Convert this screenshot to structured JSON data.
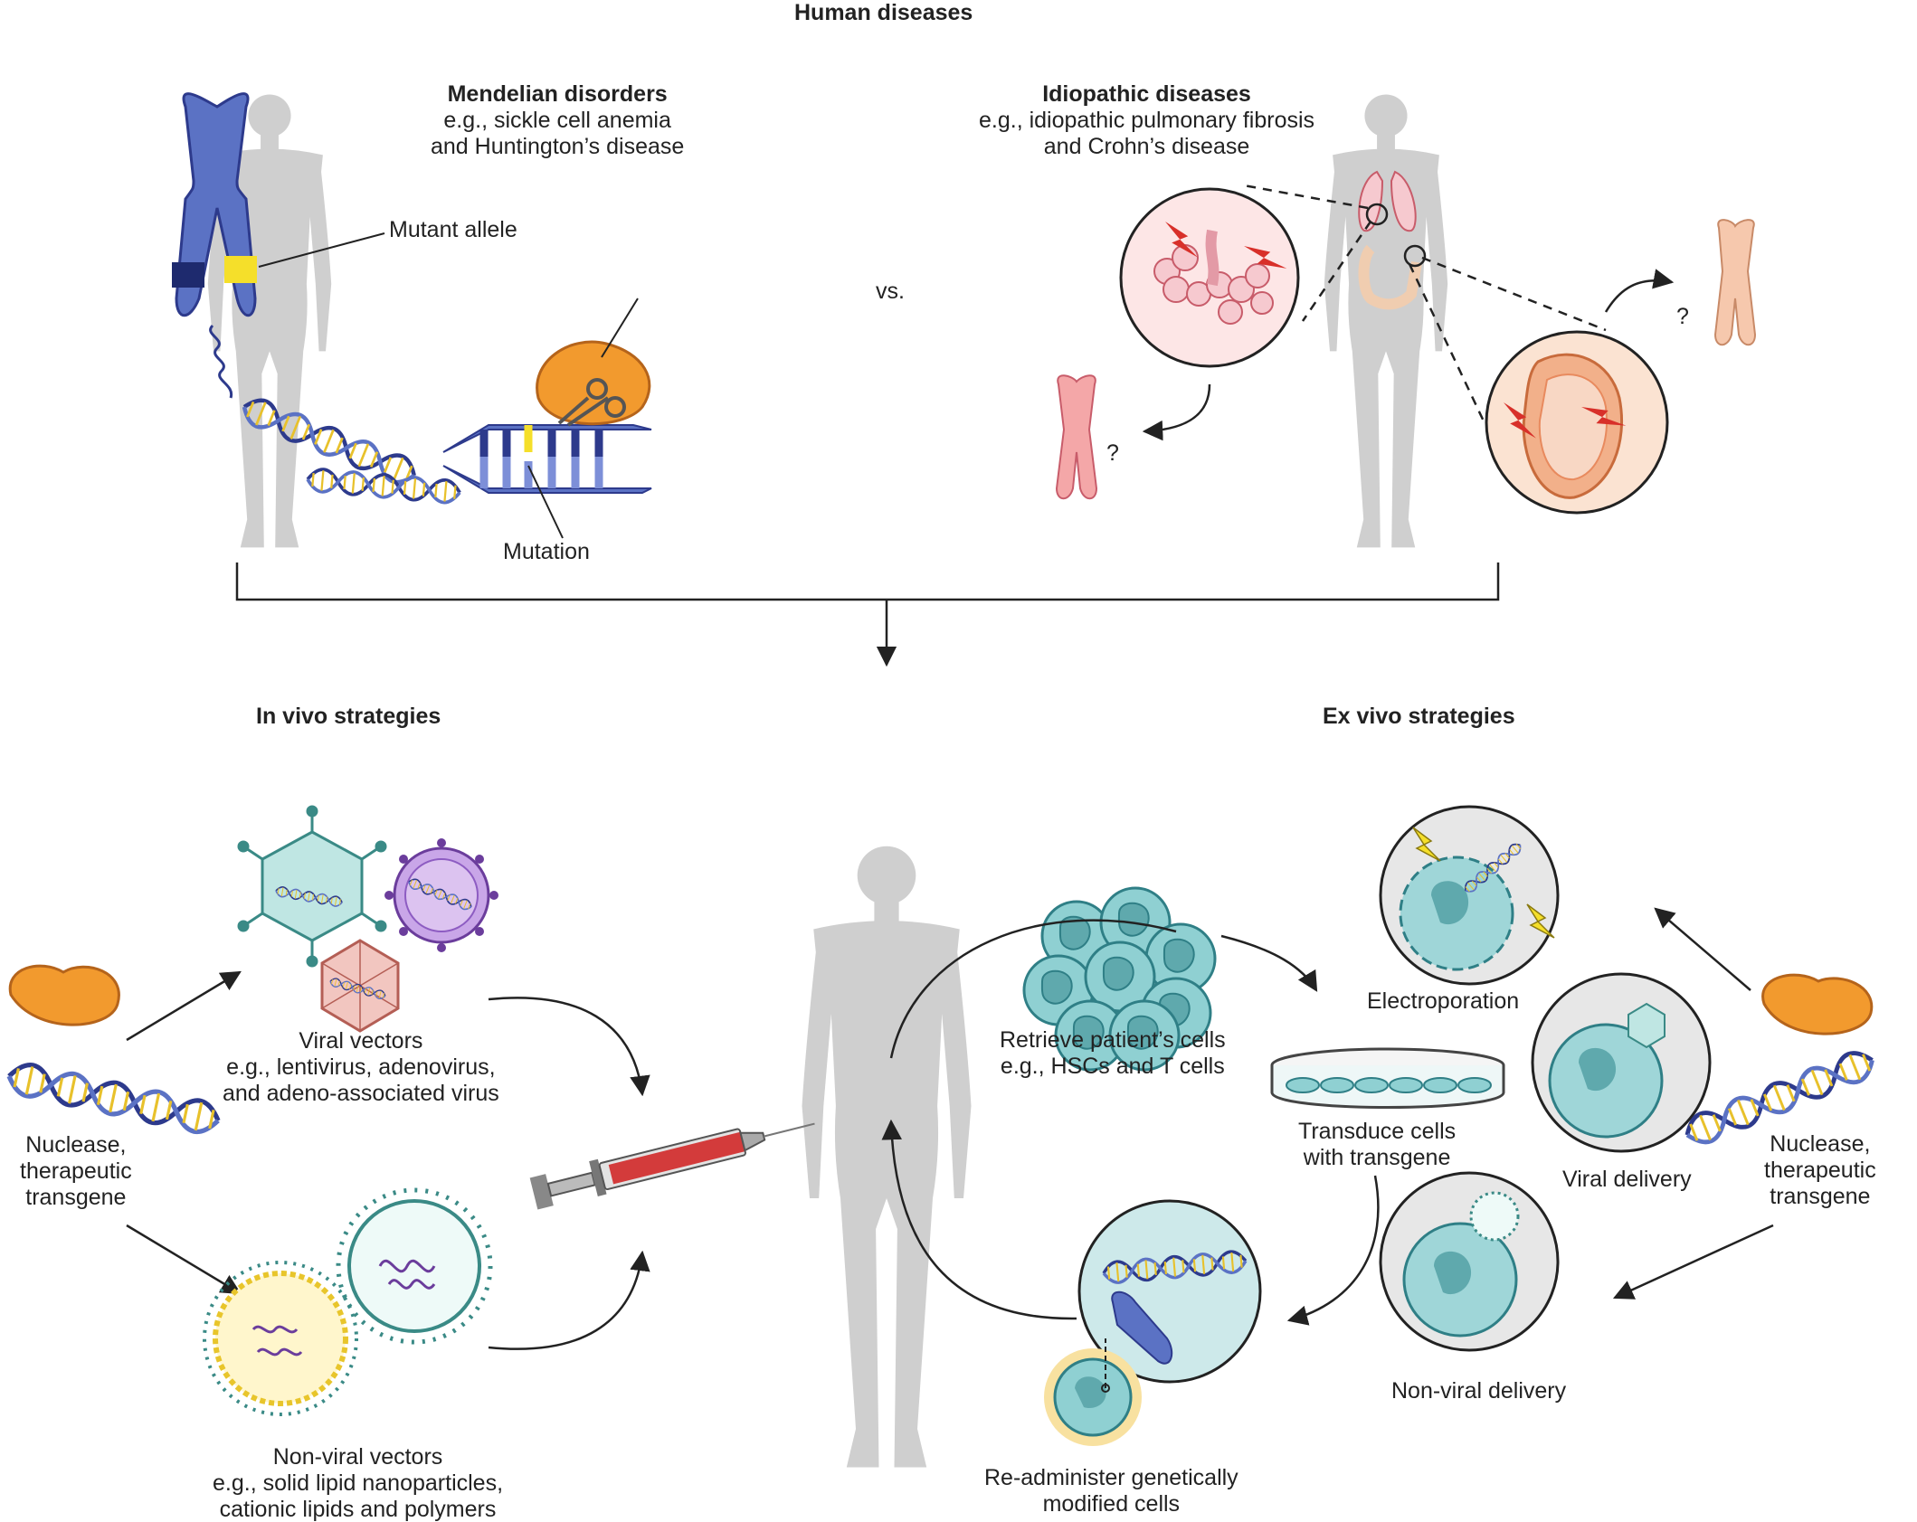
{
  "top": {
    "title": "Human diseases",
    "vs": "vs.",
    "mendelian": {
      "title": "Mendelian disorders",
      "examples": [
        "e.g., sickle cell anemia",
        "and Huntington’s disease"
      ],
      "mutant_allele": "Mutant allele",
      "mutation": "Mutation"
    },
    "idiopathic": {
      "title": "Idiopathic diseases",
      "examples": [
        "e.g., idiopathic pulmonary fibrosis",
        "and Crohn’s disease"
      ],
      "unknown_mark": "?"
    }
  },
  "in_vivo": {
    "title": "In vivo strategies",
    "payload": [
      "Nuclease,",
      "therapeutic",
      "transgene"
    ],
    "viral": [
      "Viral vectors",
      "e.g., lentivirus, adenovirus,",
      "and adeno-associated virus"
    ],
    "nonviral": [
      "Non-viral vectors",
      "e.g., solid lipid nanoparticles,",
      "cationic lipids and polymers"
    ]
  },
  "ex_vivo": {
    "title": "Ex vivo strategies",
    "retrieve": [
      "Retrieve patient’s cells",
      "e.g., HSCs and T cells"
    ],
    "transduce": [
      "Transduce cells",
      "with transgene"
    ],
    "readminister": [
      "Re-administer genetically",
      "modified cells"
    ],
    "electroporation": "Electroporation",
    "viral_delivery": "Viral delivery",
    "nonviral_delivery": "Non-viral delivery",
    "payload": [
      "Nuclease,",
      "therapeutic",
      "transgene"
    ]
  },
  "colors": {
    "silhouette": "#cfcfcf",
    "chromosome_blue": "#5b72c4",
    "mutant_yellow": "#f5df2a",
    "nuclease_orange": "#f29a2e",
    "tissue_pink": "#f6d3d6",
    "lightning_red": "#d8302a",
    "cell_teal": "#8fd0d2",
    "syringe_red": "#d33b3b"
  }
}
